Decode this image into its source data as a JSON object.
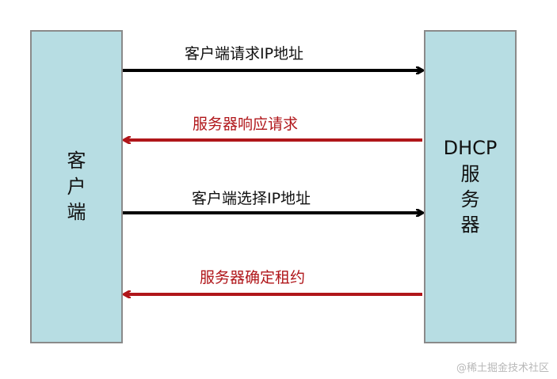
{
  "client": {
    "label": "客\n户\n端"
  },
  "server": {
    "label": "DHCP\n服\n务\n器"
  },
  "messages": [
    {
      "label": "客户端请求IP地址",
      "direction": "to-server",
      "color": "#000000"
    },
    {
      "label": "服务器响应请求",
      "direction": "to-client",
      "color": "#b0161a"
    },
    {
      "label": "客户端选择IP地址",
      "direction": "to-server",
      "color": "#000000"
    },
    {
      "label": "服务器确定租约",
      "direction": "to-client",
      "color": "#b0161a"
    }
  ],
  "watermark": "@稀土掘金技术社区"
}
